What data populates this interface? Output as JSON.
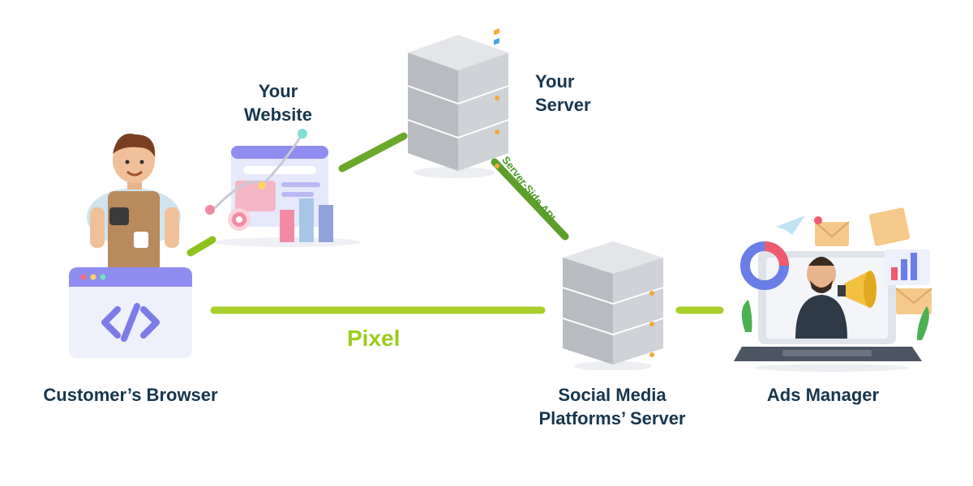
{
  "labels": {
    "website_line1": "Your",
    "website_line2": "Website",
    "server_line1": "Your",
    "server_line2": "Server",
    "browser": "Customer’s Browser",
    "social_line1": "Social Media",
    "social_line2": "Platforms’ Server",
    "ads": "Ads Manager",
    "pixel": "Pixel",
    "api": "Server-Side API"
  },
  "colors": {
    "link_green": "#8dc21f",
    "api_green": "#4e9a2a",
    "text_navy": "#17364d",
    "server_gray": "#c9cdd1",
    "browser_purple": "#7d7be8"
  },
  "icons": {
    "browser": "code-window-icon",
    "website": "website-analytics-icon",
    "server": "server-rack-icon",
    "ads": "ads-manager-laptop-icon",
    "person": "barista-person-icon"
  }
}
